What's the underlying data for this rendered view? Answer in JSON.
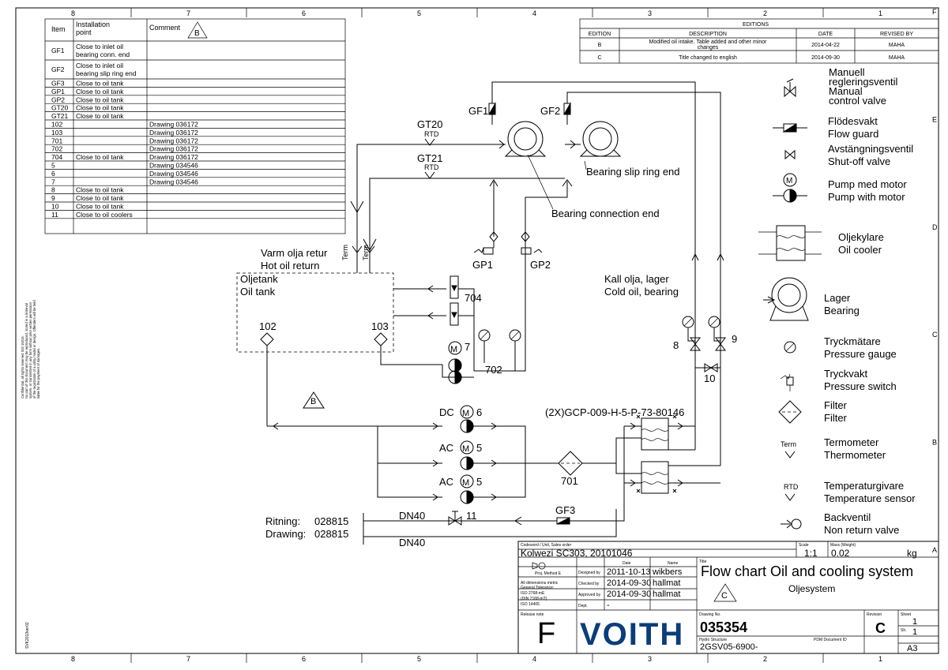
{
  "border": {
    "cols": [
      "8",
      "7",
      "6",
      "5",
      "4",
      "3",
      "2",
      "1"
    ],
    "rows": [
      "F",
      "E",
      "D",
      "C",
      "B",
      "A"
    ]
  },
  "left_note": {
    "line1": "Confidential, all rights reserved ISO 16016.",
    "line2": "No part of this document may be reproduced, stored in a retrieval",
    "line3": "system, or transmitted in any form without prior written permission",
    "line4": "of the registration of a utility model or design. Offenders will be held",
    "line5": "liable for the payment of damages.",
    "code": "SVK2013ver02"
  },
  "install_table": {
    "headers": [
      "Item",
      "Installation point",
      "Comment"
    ],
    "rev_mark": "B",
    "rows": [
      [
        "GF1",
        "Close to inlet oil bearing conn. end",
        ""
      ],
      [
        "GF2",
        "Close to inlet oil bearing slip ring end",
        ""
      ],
      [
        "GF3",
        "Close to oil tank",
        ""
      ],
      [
        "GP1",
        "Close to oil tank",
        ""
      ],
      [
        "GP2",
        "Close to oil tank",
        ""
      ],
      [
        "GT20",
        "Close to oil tank",
        ""
      ],
      [
        "GT21",
        "Close to oil tank",
        ""
      ],
      [
        "102",
        "",
        "Drawing 036172"
      ],
      [
        "103",
        "",
        "Drawing 036172"
      ],
      [
        "701",
        "",
        "Drawing 036172"
      ],
      [
        "702",
        "",
        "Drawing 036172"
      ],
      [
        "704",
        "Close to oil tank",
        "Drawing 036172"
      ],
      [
        "5",
        "",
        "Drawing 034546"
      ],
      [
        "6",
        "",
        "Drawing 034546"
      ],
      [
        "7",
        "",
        "Drawing 034546"
      ],
      [
        "8",
        "Close to oil tank",
        ""
      ],
      [
        "9",
        "Close to oil tank",
        ""
      ],
      [
        "10",
        "Close to oil tank",
        ""
      ],
      [
        "11",
        "Close to oil coolers",
        ""
      ]
    ]
  },
  "editions": {
    "title": "EDITIONS",
    "headers": [
      "EDITION",
      "DESCRIPTION",
      "DATE",
      "REVISED BY"
    ],
    "rows": [
      [
        "B",
        "Modified oil intake. Table added and other minor changes",
        "2014-04-22",
        "MAHA"
      ],
      [
        "C",
        "Title changed to english",
        "2014-09-30",
        "MAHA"
      ]
    ]
  },
  "legend": [
    {
      "icon": "manual-control-valve-icon",
      "sv": "Manuell regleringsventil",
      "en": "Manual control valve"
    },
    {
      "icon": "flow-guard-icon",
      "sv": "Flödesvakt",
      "en": "Flow guard"
    },
    {
      "icon": "shut-off-valve-icon",
      "sv": "Avstängningsventil",
      "en": "Shut-off valve"
    },
    {
      "icon": "pump-motor-icon",
      "sv": "Pump med motor",
      "en": "Pump with motor"
    },
    {
      "icon": "oil-cooler-icon",
      "sv": "Oljekylare",
      "en": "Oil cooler"
    },
    {
      "icon": "bearing-icon",
      "sv": "Lager",
      "en": "Bearing"
    },
    {
      "icon": "pressure-gauge-icon",
      "sv": "Tryckmätare",
      "en": "Pressure gauge"
    },
    {
      "icon": "pressure-switch-icon",
      "sv": "Tryckvakt",
      "en": "Pressure switch"
    },
    {
      "icon": "filter-icon",
      "sv": "Filter",
      "en": "Filter"
    },
    {
      "icon": "thermometer-icon",
      "sv": "Termometer",
      "en": "Thermometer",
      "tag": "Term"
    },
    {
      "icon": "temperature-sensor-icon",
      "sv": "Temperaturgivare",
      "en": "Temperature sensor",
      "tag": "RTD"
    },
    {
      "icon": "non-return-valve-icon",
      "sv": "Backventil",
      "en": "Non return valve"
    }
  ],
  "diagram": {
    "gf1": "GF1",
    "gf2": "GF2",
    "gf3": "GF3",
    "gt20": "GT20",
    "gt21": "GT21",
    "rtd": "RTD",
    "term": "Term",
    "bearing_slip": "Bearing slip ring end",
    "bearing_conn": "Bearing connection end",
    "gp1": "GP1",
    "gp2": "GP2",
    "hot_sv": "Varm olja retur",
    "hot_en": "Hot oil return",
    "tank_sv": "Oljetank",
    "tank_en": "Oil tank",
    "cold_sv": "Kall olja, lager",
    "cold_en": "Cold oil, bearing",
    "n102": "102",
    "n103": "103",
    "n704": "704",
    "n702": "702",
    "n7": "7",
    "n8": "8",
    "n9": "9",
    "n10": "10",
    "n11": "11",
    "n701": "701",
    "dc": "DC",
    "ac": "AC",
    "n6": "6",
    "n5": "5",
    "cooler_code": "(2X)GCP-009-H-5-P-73-80146",
    "dn40": "DN40",
    "rev_b": "B",
    "ritning": "Ritning:",
    "ritning_no": "028815",
    "drawing": "Drawing:",
    "drawing_no": "028815"
  },
  "title_block": {
    "codeword_label": "Codeword / Unit, Sales order",
    "codeword": "Kolwezi SC303, 20101046",
    "scale_label": "Scale",
    "scale": "1:1",
    "mass_label": "Mass (Weight)",
    "mass": "0.02",
    "mass_unit": "kg",
    "date_label": "Date",
    "name_label": "Name",
    "proj_method": "Proj. Method E",
    "dims": "All dimensions metric",
    "tol": "General Tolerance:",
    "iso1": "ISO 2768-mE",
    "iso2": "(DIN 7168-mT)",
    "iso3": "ISO 14405",
    "designed_label": "Designed by",
    "designed_date": "2011-10-13",
    "designed_name": "wikbers",
    "checked_label": "Checked by",
    "checked_date": "2014-09-30",
    "checked_name": "hallmat",
    "approved_label": "Approved by",
    "approved_date": "2014-09-30",
    "approved_name": "hallmat",
    "dept_label": "Dept.",
    "dept": "-",
    "title_label": "Title",
    "title": "Flow chart Oil and cooling system",
    "subtitle": "Oljesystem",
    "rev_mark": "C",
    "release_label": "Release note",
    "release": "F",
    "logo": "VOITH",
    "drawing_no_label": "Drawing No.",
    "drawing_no": "035354",
    "revision_label": "Revision",
    "revision": "C",
    "sheet_label": "Sheet",
    "sheet": "1",
    "sh_label": "Sh.",
    "sh": "1",
    "hydro_label": "Hydro Structure",
    "hydro": "2GSV05-6900-",
    "pdm_label": "PDM Document ID",
    "format": "A3"
  }
}
